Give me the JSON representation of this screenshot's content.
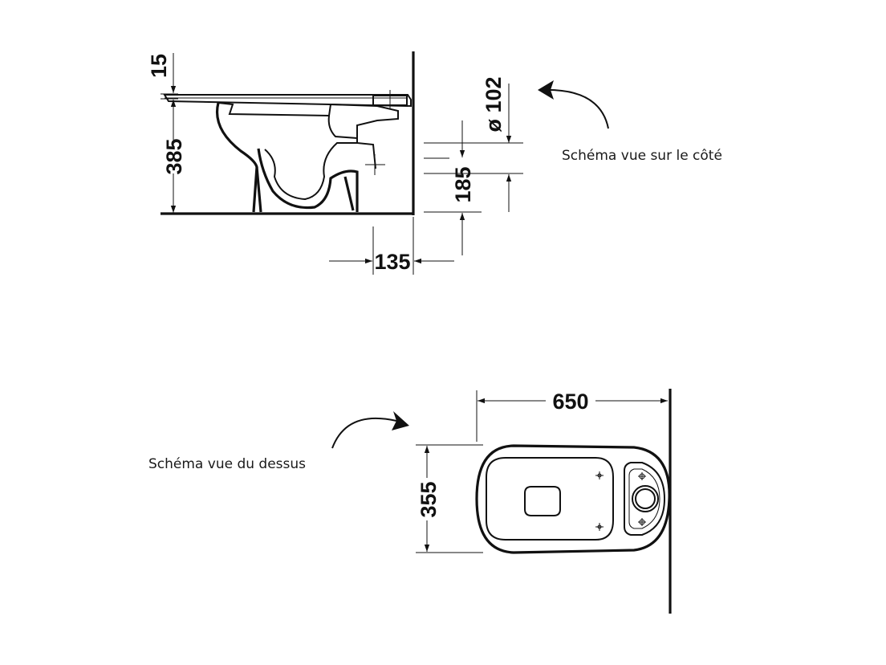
{
  "side_view": {
    "caption": "Schéma vue sur le côté",
    "dim_seat_thickness": "15",
    "dim_height": "385",
    "dim_outlet_diameter": "ø 102",
    "dim_outlet_height": "185",
    "dim_outlet_distance": "135"
  },
  "top_view": {
    "caption": "Schéma vue du dessus",
    "dim_length": "650",
    "dim_width": "355"
  },
  "colors": {
    "line": "#111111",
    "background": "#ffffff"
  }
}
